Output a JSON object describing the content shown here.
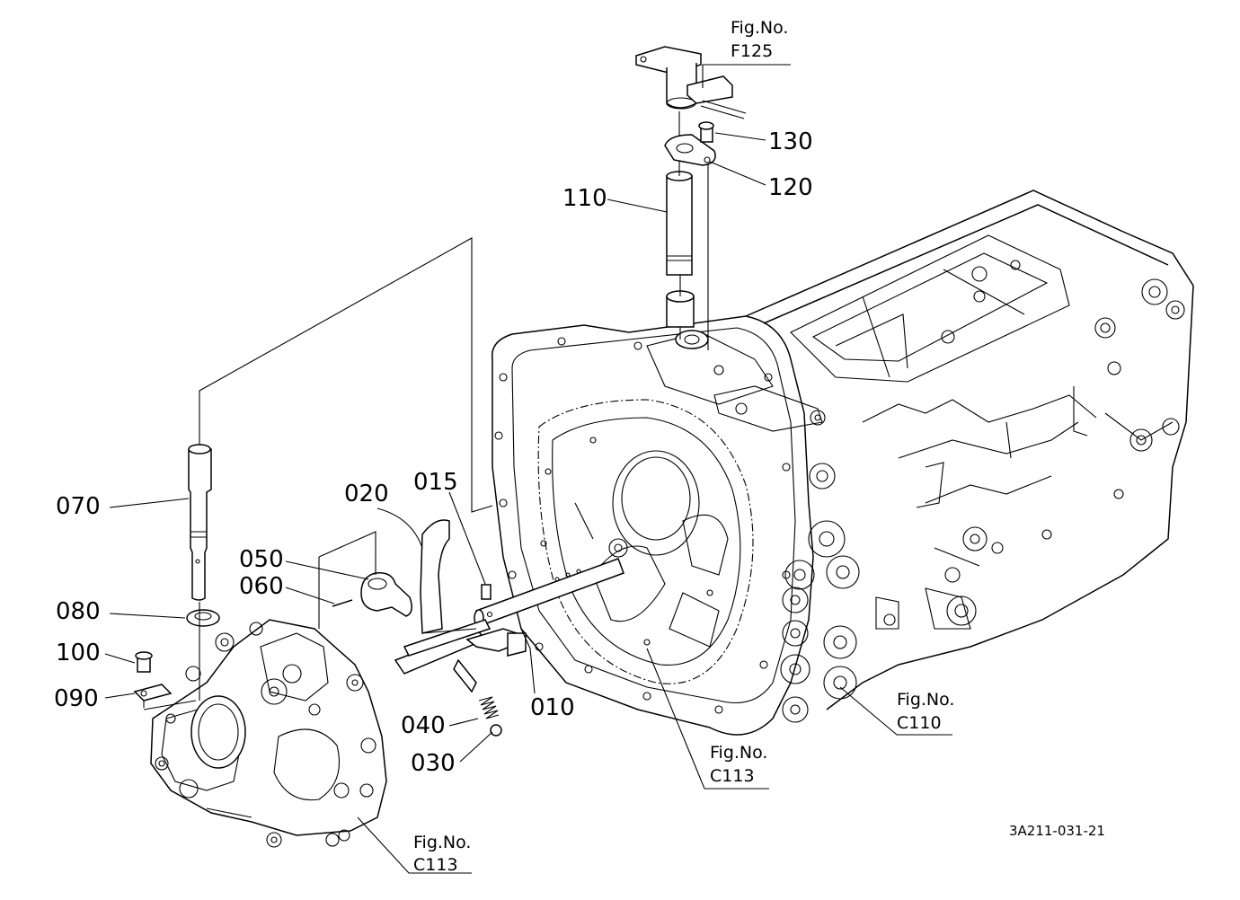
{
  "parts": [
    {
      "id": "010",
      "label": "010"
    },
    {
      "id": "015",
      "label": "015"
    },
    {
      "id": "020",
      "label": "020"
    },
    {
      "id": "030",
      "label": "030"
    },
    {
      "id": "040",
      "label": "040"
    },
    {
      "id": "050",
      "label": "050"
    },
    {
      "id": "060",
      "label": "060"
    },
    {
      "id": "070",
      "label": "070"
    },
    {
      "id": "080",
      "label": "080"
    },
    {
      "id": "090",
      "label": "090"
    },
    {
      "id": "100",
      "label": "100"
    },
    {
      "id": "110",
      "label": "110"
    },
    {
      "id": "120",
      "label": "120"
    },
    {
      "id": "130",
      "label": "130"
    }
  ],
  "figure_refs": [
    {
      "prefix": "Fig.No.",
      "number": "F125"
    },
    {
      "prefix": "Fig.No.",
      "number": "C110"
    },
    {
      "prefix": "Fig.No.",
      "number": "C113"
    },
    {
      "prefix": "Fig.No.",
      "number": "C113"
    }
  ],
  "drawing_code": "3A211-031-21"
}
